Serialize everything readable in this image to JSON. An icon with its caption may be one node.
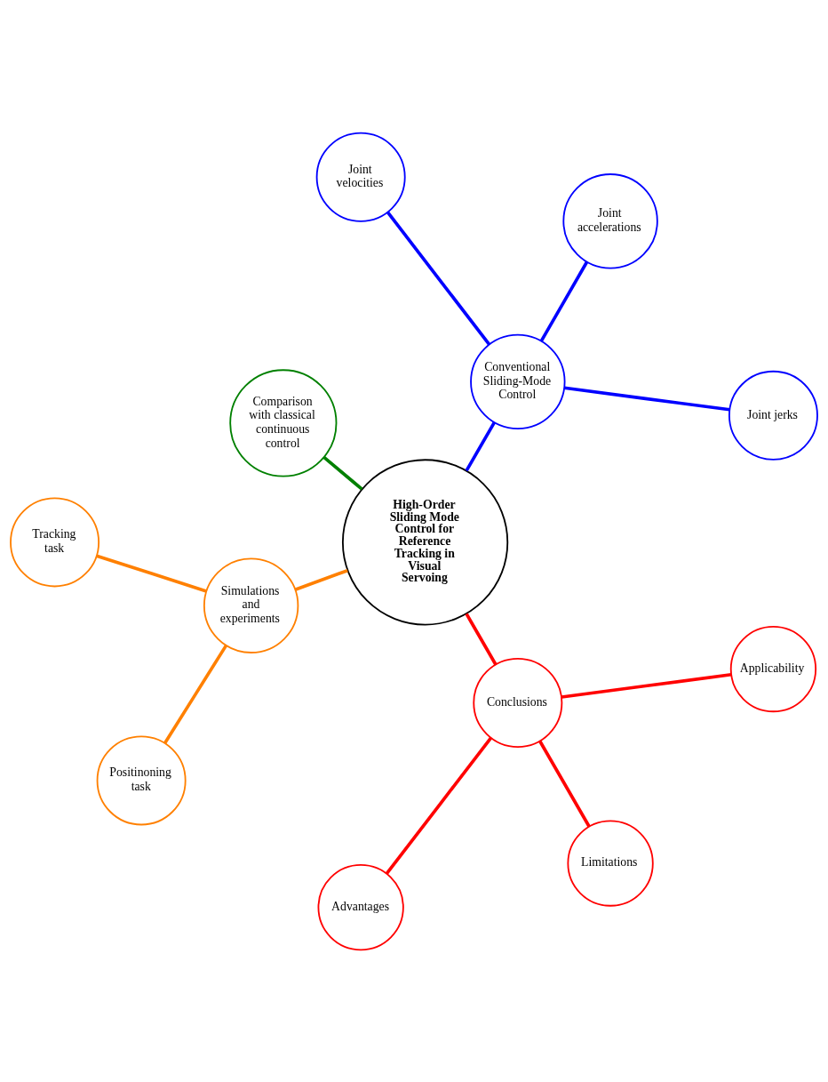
{
  "diagram": {
    "nodes": [
      {
        "text": [
          "High-Order Sliding Mode Control for Reference Tracking in Visual Servoing"
        ]
      },
      {
        "text": [
          "Conventional Sliding-Mode Control"
        ]
      },
      {
        "text": [
          "Joint jerks"
        ]
      },
      {
        "text": [
          "Joint accelerations"
        ]
      },
      {
        "text": [
          "Joint velocities"
        ]
      },
      {
        "text": [
          "Comparison with classical continuous control"
        ]
      },
      {
        "text": [
          "Simulations and experiments"
        ]
      },
      {
        "text": [
          "Tracking task"
        ]
      },
      {
        "text": [
          "Positinoning task"
        ]
      },
      {
        "text": [
          "Conclusions"
        ]
      },
      {
        "text": [
          "Advantages"
        ]
      },
      {
        "text": [
          "Limitations"
        ]
      },
      {
        "text": [
          "Applicability"
        ]
      }
    ],
    "edges": [
      {
        "from": 0,
        "to": 1,
        "arrow": "none",
        "color": "#0000ff"
      },
      {
        "from": 1,
        "to": 2,
        "arrow": "none",
        "color": "#0000ff"
      },
      {
        "from": 1,
        "to": 3,
        "arrow": "none",
        "color": "#0000ff"
      },
      {
        "from": 1,
        "to": 4,
        "arrow": "none",
        "color": "#0000ff"
      },
      {
        "from": 0,
        "to": 5,
        "arrow": "none",
        "color": "#008000"
      },
      {
        "from": 0,
        "to": 6,
        "arrow": "none",
        "color": "#ff8000"
      },
      {
        "from": 6,
        "to": 7,
        "arrow": "none",
        "color": "#ff8000"
      },
      {
        "from": 6,
        "to": 8,
        "arrow": "none",
        "color": "#ff8000"
      },
      {
        "from": 0,
        "to": 9,
        "arrow": "none",
        "color": "#ff0000"
      },
      {
        "from": 9,
        "to": 10,
        "arrow": "none",
        "color": "#ff0000"
      },
      {
        "from": 9,
        "to": 11,
        "arrow": "none",
        "color": "#ff0000"
      },
      {
        "from": 9,
        "to": 12,
        "arrow": "none",
        "color": "#ff0000"
      }
    ]
  }
}
